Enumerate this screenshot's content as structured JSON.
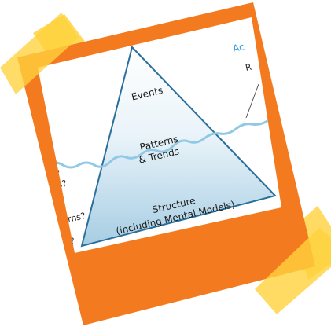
{
  "iceberg": {
    "top_label": "Events",
    "middle_label_line1": "Patterns",
    "middle_label_line2": "& Trends",
    "bottom_label_line1": "Structure",
    "bottom_label_line2": "(including Mental Models)"
  },
  "clipped_text": {
    "top_right": "Ac",
    "top_right_second": "R",
    "left_q1": "?",
    "left_q2": "s?",
    "left_q3": "s?",
    "left_q4": "terns?",
    "left_q5": "?"
  },
  "colors": {
    "frame": "#f47a20",
    "tape": "#ffd23c",
    "water_line": "#8fc9e6",
    "triangle_top": "#ffffff",
    "triangle_bottom": "#a6cde3",
    "triangle_stroke": "#2a6f9a",
    "accent_text": "#2a9fd6"
  }
}
